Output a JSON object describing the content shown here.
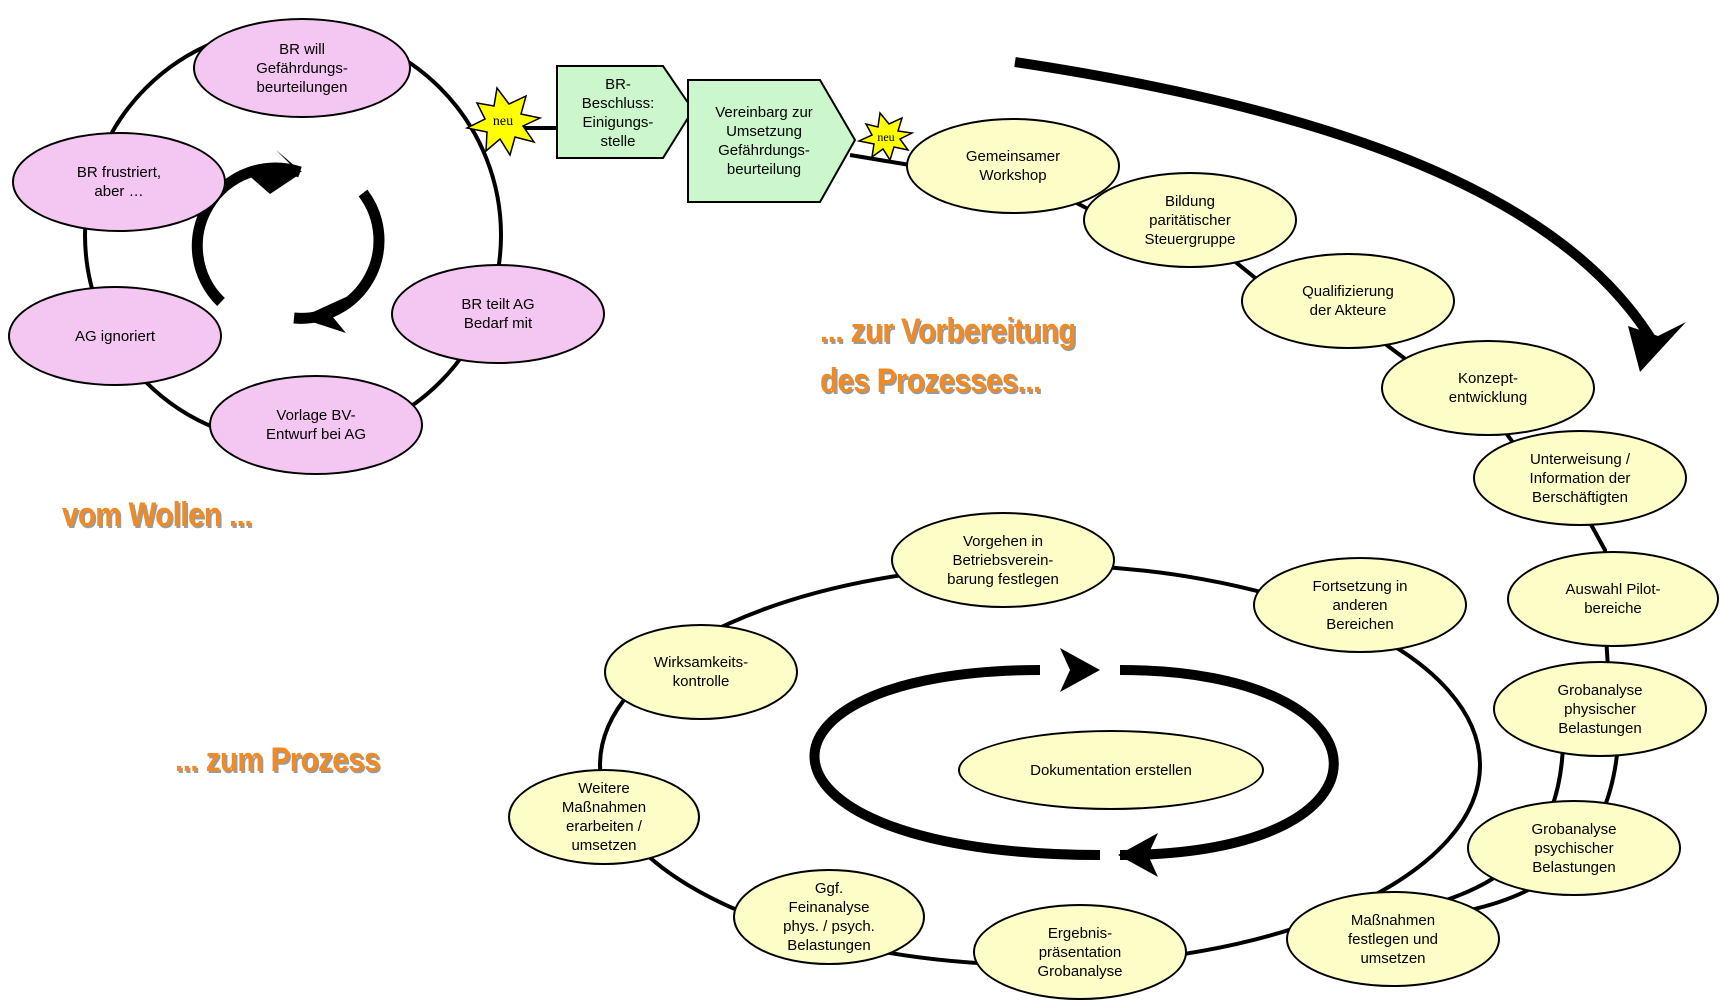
{
  "headings": {
    "wollen": "vom Wollen ...",
    "vorbereitung": "... zur Vorbereitung\ndes Prozesses...",
    "prozess": "... zum Prozess"
  },
  "wollen_cycle": [
    "BR will\nGefährdungs-\nbeurteilungen",
    "BR teilt AG\nBedarf mit",
    "Vorlage BV-\nEntwurf bei AG",
    "AG ignoriert",
    "BR frustriert,\naber …"
  ],
  "steps": [
    "BR-\nBeschluss:\nEinigungs-\nstelle",
    "Vereinbarg zur\nUmsetzung\nGefährdungs-\nbeurteilung"
  ],
  "badges": [
    "neu",
    "neu"
  ],
  "preparation": [
    "Gemeinsamer\nWorkshop",
    "Bildung\nparitätischer\nSteuergruppe",
    "Qualifizierung\nder Akteure",
    "Konzept-\nentwicklung",
    "Unterweisung /\nInformation der\nBerschäftigten",
    "Auswahl Pilot-\nbereiche"
  ],
  "process": [
    "Grobanalyse\nphysischer\nBelastungen",
    "Grobanalyse\npsychischer\nBelastungen",
    "Maßnahmen\nfestlegen und\numsetzen",
    "Ergebnis-\npräsentation\nGrobanalyse",
    "Ggf.\nFeinanalyse\nphys. / psych.\nBelastungen",
    "Weitere\nMaßnahmen\nerarbeiten /\numsetzen",
    "Wirksamkeits-\nkontrolle",
    "Vorgehen in\nBetriebsverein-\nbarung festlegen",
    "Fortsetzung in\nanderen\nBereichen"
  ],
  "center": "Dokumentation erstellen",
  "colors": {
    "pink": "#f4c6f2",
    "yellow": "#fdfdc8",
    "green": "#ccf7cc",
    "badge": "#ffff00",
    "heading": "#f08a24"
  }
}
